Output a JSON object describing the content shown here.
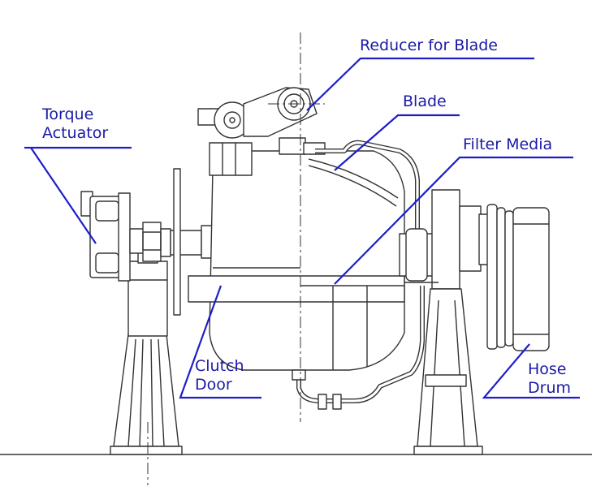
{
  "labels": {
    "reducer_for_blade": "Reducer for Blade",
    "blade": "Blade",
    "filter_media": "Filter Media",
    "torque_actuator": [
      "Torque",
      "Actuator"
    ],
    "clutch_door": [
      "Clutch",
      "Door"
    ],
    "hose_drum": [
      "Hose",
      "Drum"
    ]
  },
  "colors": {
    "label_text": "#1a1aa6",
    "leader_line": "#1e1ec8",
    "drawing_line": "#333333",
    "background": "#ffffff"
  }
}
